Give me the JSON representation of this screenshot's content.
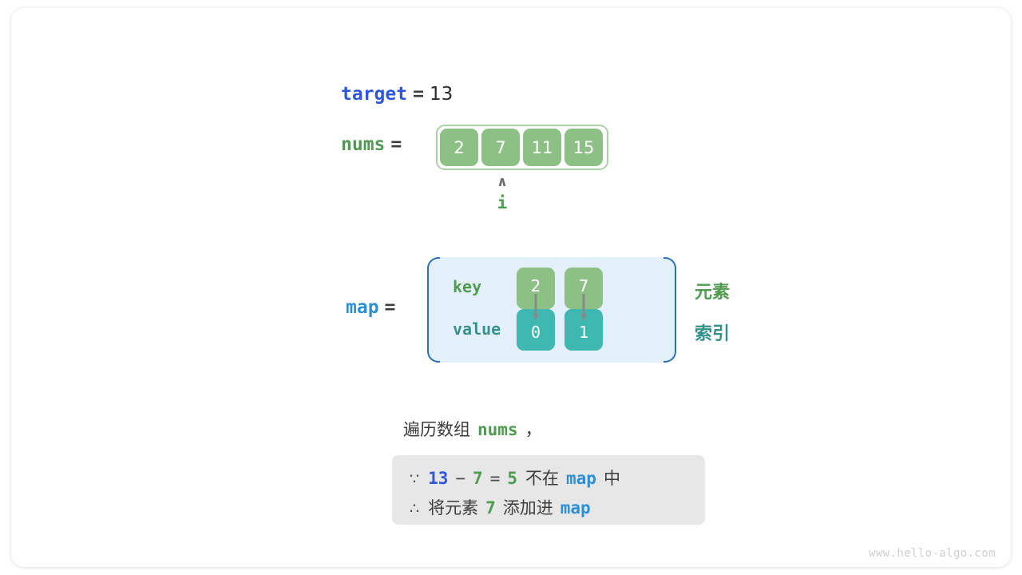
{
  "diagram": {
    "target": {
      "name": "target",
      "eq": "=",
      "value": "13"
    },
    "nums": {
      "name": "nums",
      "eq": "=",
      "cells": [
        "2",
        "7",
        "11",
        "15"
      ]
    },
    "pointer": {
      "caret": "∧",
      "label": "i"
    },
    "map": {
      "name": "map",
      "eq": "=",
      "row_labels": {
        "key": "key",
        "value": "value"
      },
      "entries": [
        {
          "key": "2",
          "value": "0"
        },
        {
          "key": "7",
          "value": "1"
        }
      ],
      "side_labels": {
        "element": "元素",
        "index": "索引"
      }
    },
    "caption": {
      "prefix": "遍历数组",
      "code": "nums",
      "suffix": "，"
    },
    "info_box": {
      "line1": {
        "because_symbol": "∵",
        "a": "13",
        "operator": "−",
        "b": "7",
        "equals": "=",
        "result": "5",
        "text_mid": "不在",
        "map_ref": "map",
        "text_end": "中"
      },
      "line2": {
        "therefore_symbol": "∴",
        "text_start": "将元素",
        "value": "7",
        "text_mid": "添加进",
        "map_ref": "map"
      }
    },
    "watermark": "www.hello-algo.com",
    "colors": {
      "target_blue": "#2f58d8",
      "nums_green": "#4e9b50",
      "map_blue": "#2d8fd5",
      "cell_green": "#8cc084",
      "cell_teal": "#3eb8b0",
      "map_bg_blue": "#e3f0fb",
      "map_border_blue": "#2a72b5",
      "nums_border_green": "#a9d3a4",
      "info_bg_gray": "#e7e7e7",
      "index_teal": "#34918a",
      "arrow_gray": "#8a8a8a"
    }
  }
}
